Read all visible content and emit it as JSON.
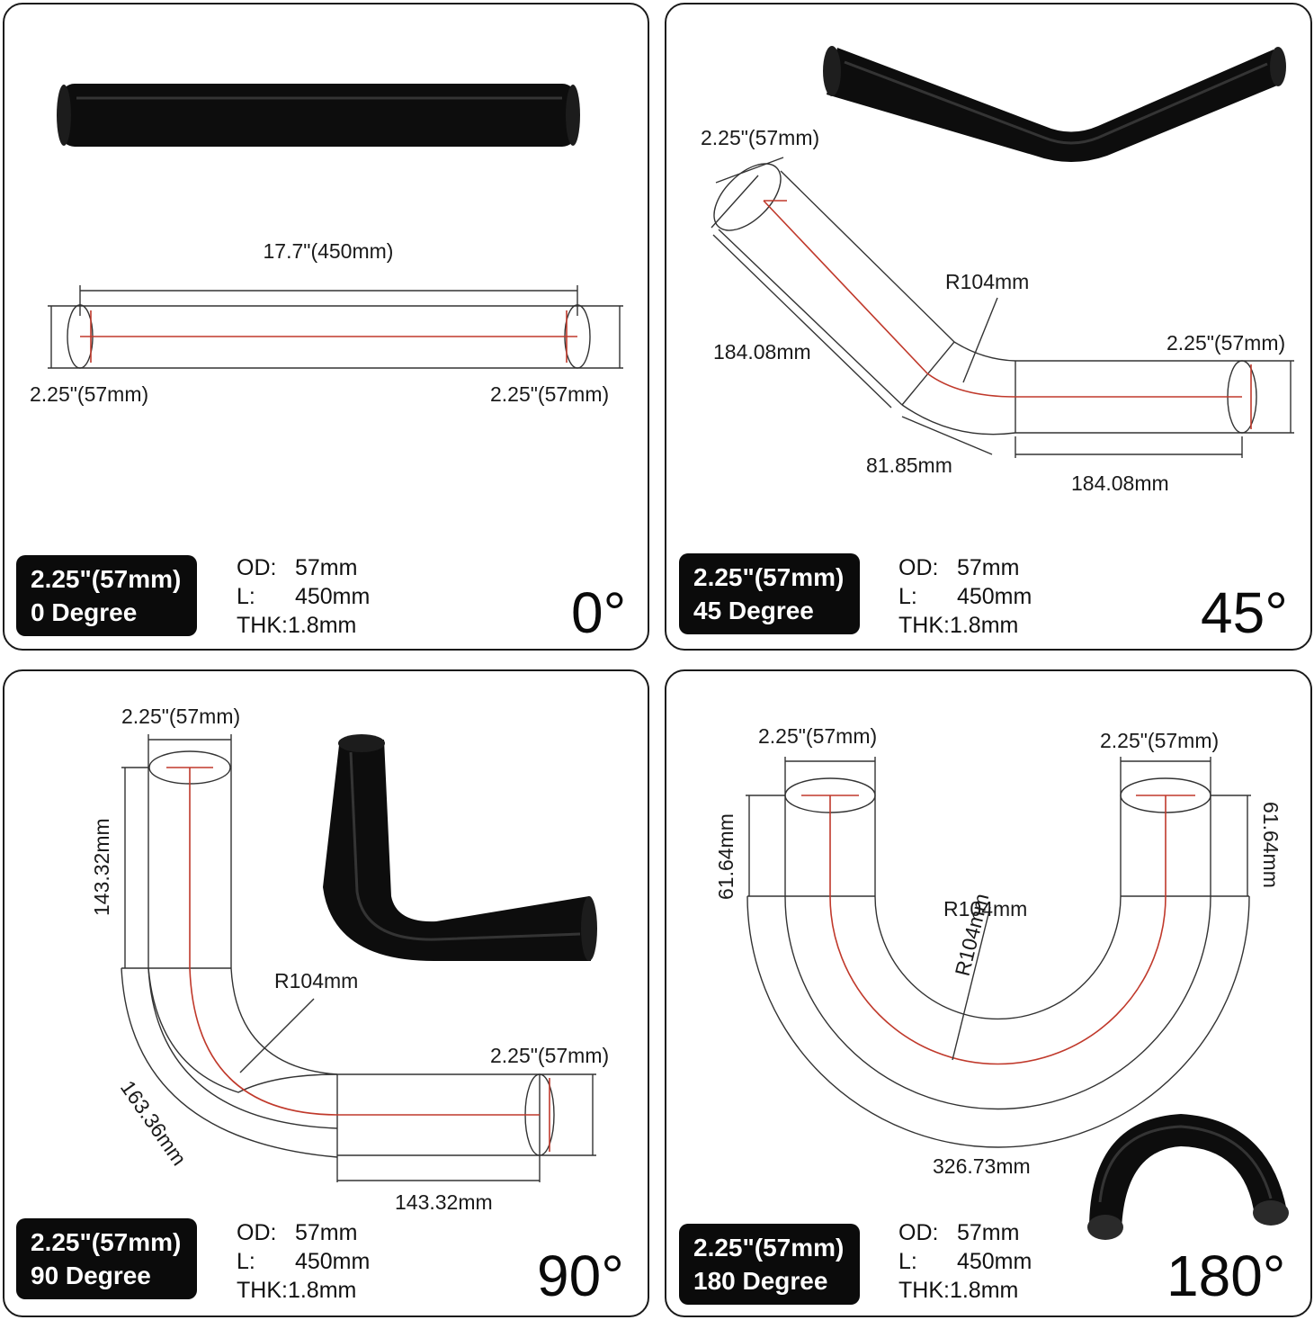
{
  "panels": {
    "p0": {
      "badge": {
        "size": "2.25\"(57mm)",
        "degree": "0 Degree"
      },
      "specs": {
        "od_key": "OD:",
        "od": "57mm",
        "l_key": "L:",
        "l": "450mm",
        "thk": "THK:1.8mm"
      },
      "angle": "0°",
      "dims": {
        "length": "17.7\"(450mm)",
        "left_dia": "2.25\"(57mm)",
        "right_dia": "2.25\"(57mm)"
      }
    },
    "p45": {
      "badge": {
        "size": "2.25\"(57mm)",
        "degree": "45 Degree"
      },
      "specs": {
        "od_key": "OD:",
        "od": "57mm",
        "l_key": "L:",
        "l": "450mm",
        "thk": "THK:1.8mm"
      },
      "angle": "45°",
      "dims": {
        "top_dia": "2.25\"(57mm)",
        "radius": "R104mm",
        "right_dia": "2.25\"(57mm)",
        "left_len": "184.08mm",
        "arc_len": "81.85mm",
        "right_len": "184.08mm"
      }
    },
    "p90": {
      "badge": {
        "size": "2.25\"(57mm)",
        "degree": "90 Degree"
      },
      "specs": {
        "od_key": "OD:",
        "od": "57mm",
        "l_key": "L:",
        "l": "450mm",
        "thk": "THK:1.8mm"
      },
      "angle": "90°",
      "dims": {
        "top_dia": "2.25\"(57mm)",
        "vert_len": "143.32mm",
        "radius": "R104mm",
        "right_dia": "2.25\"(57mm)",
        "arc_len": "163.36mm",
        "horiz_len": "143.32mm"
      }
    },
    "p180": {
      "badge": {
        "size": "2.25\"(57mm)",
        "degree": "180 Degree"
      },
      "specs": {
        "od_key": "OD:",
        "od": "57mm",
        "l_key": "L:",
        "l": "450mm",
        "thk": "THK:1.8mm"
      },
      "angle": "180°",
      "dims": {
        "left_dia": "2.25\"(57mm)",
        "right_dia": "2.25\"(57mm)",
        "left_leg": "61.64mm",
        "right_leg": "61.64mm",
        "radius": "R104mm",
        "radius_diag": "R104mm",
        "arc_len": "326.73mm"
      }
    }
  },
  "colors": {
    "pipe": "#0d0d0d",
    "centerline": "#c0392b",
    "badge_bg": "#0b0b0b"
  }
}
